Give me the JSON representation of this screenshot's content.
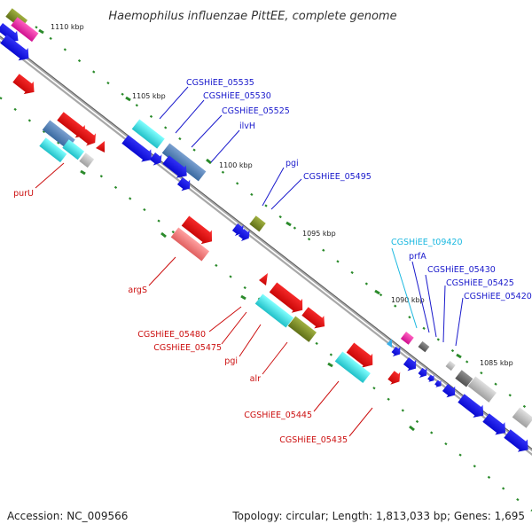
{
  "title": "Haemophilus influenzae PittEE, complete genome",
  "footer": {
    "accession": "Accession: NC_009566",
    "topology": "Topology: circular; Length: 1,813,033 bp; Genes: 1,695"
  },
  "scale": [
    "1110 kbp",
    "1105 kbp",
    "1100 kbp",
    "1095 kbp",
    "1090 kbp",
    "1085 kbp"
  ],
  "colors": {
    "forward_label": "#1a1acc",
    "reverse_label": "#cc1010",
    "rna_label": "#1ab8e0",
    "backbone": "#808080",
    "tick": "#2a8a2a"
  },
  "labels_top": [
    "CGSHiEE_05535",
    "CGSHiEE_05530",
    "CGSHiEE_05525",
    "ilvH",
    "pgi",
    "CGSHiEE_05495"
  ],
  "labels_right": [
    "CGSHiEE_t09420",
    "prfA",
    "CGSHiEE_05430",
    "CGSHiEE_05425",
    "CGSHiEE_05420"
  ],
  "labels_bottom": [
    "purU",
    "argS",
    "CGSHiEE_05480",
    "CGSHiEE_05475",
    "pgi",
    "alr",
    "CGSHiEE_05445",
    "CGSHiEE_05435"
  ]
}
